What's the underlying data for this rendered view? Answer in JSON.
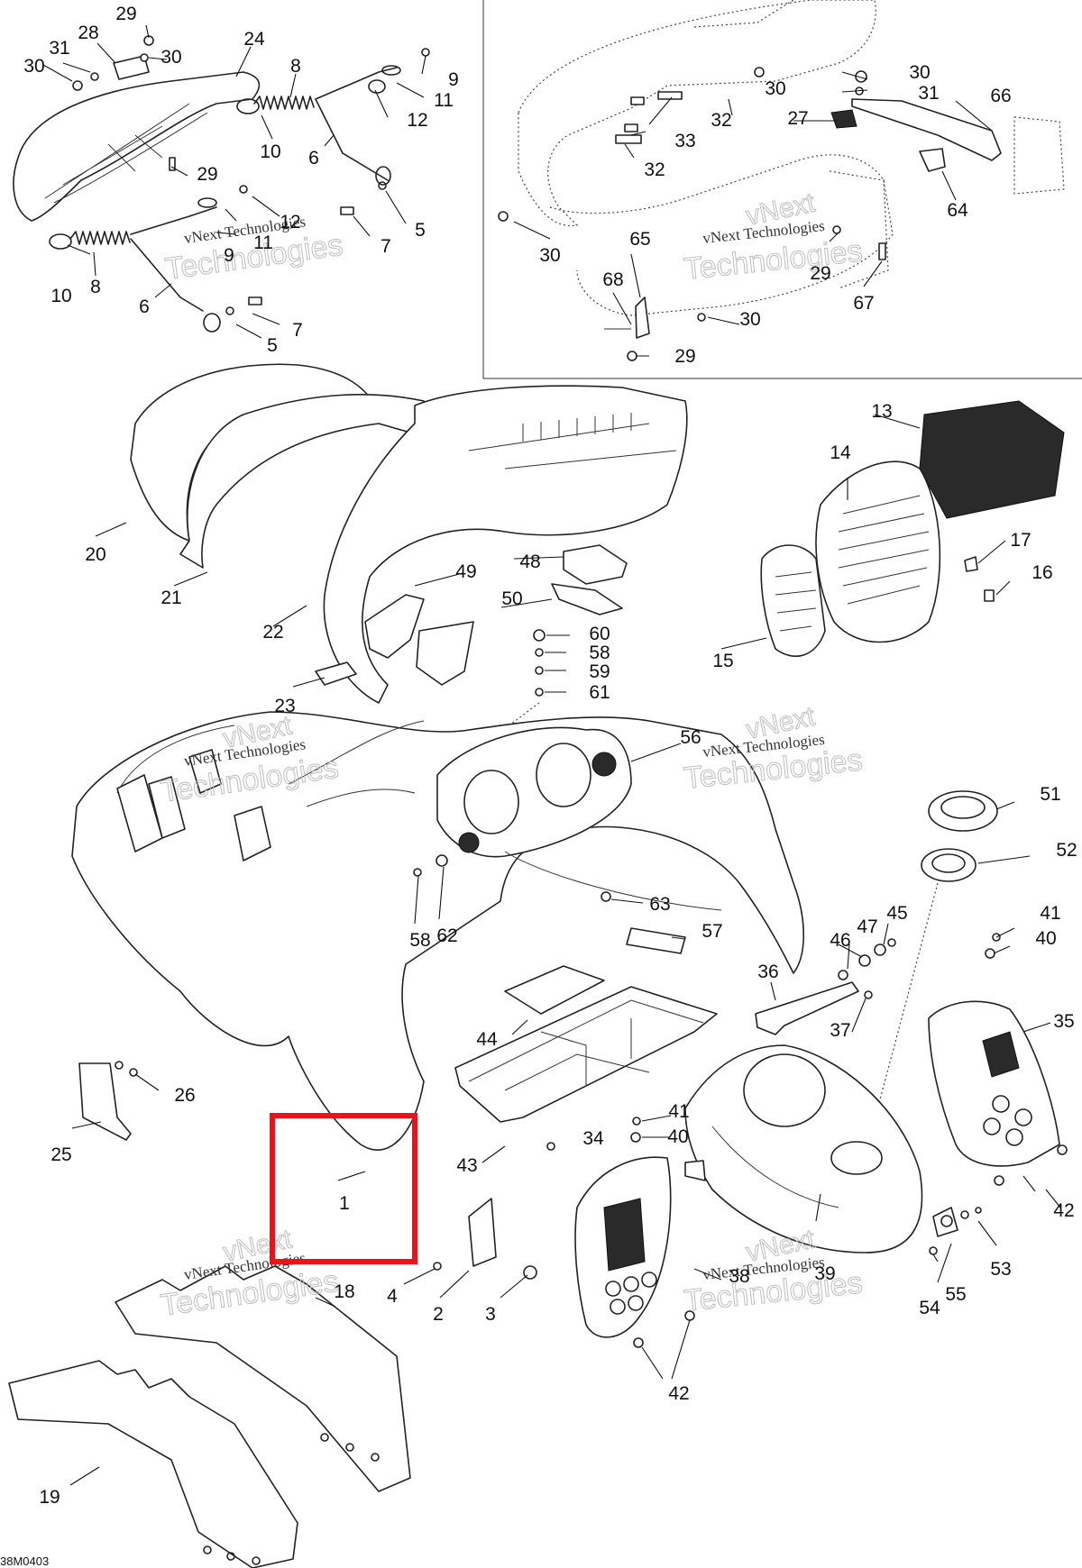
{
  "diagram": {
    "drawing_code": "38M0403",
    "watermark": [
      "vNext Technologies",
      "vNext",
      "Technologies"
    ],
    "highlight_color": "#e8141b",
    "highlighted_part": "1",
    "callouts": [
      {
        "id": "c29a",
        "label": "29"
      },
      {
        "id": "c28",
        "label": "28"
      },
      {
        "id": "c31a",
        "label": "31"
      },
      {
        "id": "c30a",
        "label": "30"
      },
      {
        "id": "c30b",
        "label": "30"
      },
      {
        "id": "c24",
        "label": "24"
      },
      {
        "id": "c8a",
        "label": "8"
      },
      {
        "id": "c9a",
        "label": "9"
      },
      {
        "id": "c11a",
        "label": "11"
      },
      {
        "id": "c12a",
        "label": "12"
      },
      {
        "id": "c10a",
        "label": "10"
      },
      {
        "id": "c6a",
        "label": "6"
      },
      {
        "id": "c29b",
        "label": "29"
      },
      {
        "id": "c12b",
        "label": "12"
      },
      {
        "id": "c11b",
        "label": "11"
      },
      {
        "id": "c9b",
        "label": "9"
      },
      {
        "id": "c5a",
        "label": "5"
      },
      {
        "id": "c7a",
        "label": "7"
      },
      {
        "id": "c10b",
        "label": "10"
      },
      {
        "id": "c8b",
        "label": "8"
      },
      {
        "id": "c6b",
        "label": "6"
      },
      {
        "id": "c7b",
        "label": "7"
      },
      {
        "id": "c5b",
        "label": "5"
      },
      {
        "id": "c30c",
        "label": "30"
      },
      {
        "id": "c30d",
        "label": "30"
      },
      {
        "id": "c31b",
        "label": "31"
      },
      {
        "id": "c66",
        "label": "66"
      },
      {
        "id": "c32a",
        "label": "32"
      },
      {
        "id": "c27",
        "label": "27"
      },
      {
        "id": "c33",
        "label": "33"
      },
      {
        "id": "c32b",
        "label": "32"
      },
      {
        "id": "c64",
        "label": "64"
      },
      {
        "id": "c30e",
        "label": "30"
      },
      {
        "id": "c65",
        "label": "65"
      },
      {
        "id": "c29c",
        "label": "29"
      },
      {
        "id": "c67",
        "label": "67"
      },
      {
        "id": "c68",
        "label": "68"
      },
      {
        "id": "c30f",
        "label": "30"
      },
      {
        "id": "c29d",
        "label": "29"
      },
      {
        "id": "c13",
        "label": "13"
      },
      {
        "id": "c14",
        "label": "14"
      },
      {
        "id": "c17",
        "label": "17"
      },
      {
        "id": "c16",
        "label": "16"
      },
      {
        "id": "c15",
        "label": "15"
      },
      {
        "id": "c20",
        "label": "20"
      },
      {
        "id": "c21",
        "label": "21"
      },
      {
        "id": "c22",
        "label": "22"
      },
      {
        "id": "c23",
        "label": "23"
      },
      {
        "id": "c49",
        "label": "49"
      },
      {
        "id": "c48",
        "label": "48"
      },
      {
        "id": "c50",
        "label": "50"
      },
      {
        "id": "c60",
        "label": "60"
      },
      {
        "id": "c58a",
        "label": "58"
      },
      {
        "id": "c59",
        "label": "59"
      },
      {
        "id": "c61",
        "label": "61"
      },
      {
        "id": "c56",
        "label": "56"
      },
      {
        "id": "c51",
        "label": "51"
      },
      {
        "id": "c52",
        "label": "52"
      },
      {
        "id": "c63",
        "label": "63"
      },
      {
        "id": "c58b",
        "label": "58"
      },
      {
        "id": "c62",
        "label": "62"
      },
      {
        "id": "c57",
        "label": "57"
      },
      {
        "id": "c47",
        "label": "47"
      },
      {
        "id": "c45",
        "label": "45"
      },
      {
        "id": "c46",
        "label": "46"
      },
      {
        "id": "c41a",
        "label": "41"
      },
      {
        "id": "c40a",
        "label": "40"
      },
      {
        "id": "c36",
        "label": "36"
      },
      {
        "id": "c37",
        "label": "37"
      },
      {
        "id": "c35",
        "label": "35"
      },
      {
        "id": "c44",
        "label": "44"
      },
      {
        "id": "c26",
        "label": "26"
      },
      {
        "id": "c25",
        "label": "25"
      },
      {
        "id": "c43",
        "label": "43"
      },
      {
        "id": "c34",
        "label": "34"
      },
      {
        "id": "c41b",
        "label": "41"
      },
      {
        "id": "c40b",
        "label": "40"
      },
      {
        "id": "c42a",
        "label": "42"
      },
      {
        "id": "c1",
        "label": "1"
      },
      {
        "id": "c4",
        "label": "4"
      },
      {
        "id": "c2",
        "label": "2"
      },
      {
        "id": "c3",
        "label": "3"
      },
      {
        "id": "c18",
        "label": "18"
      },
      {
        "id": "c38",
        "label": "38"
      },
      {
        "id": "c39",
        "label": "39"
      },
      {
        "id": "c53",
        "label": "53"
      },
      {
        "id": "c54",
        "label": "54"
      },
      {
        "id": "c55",
        "label": "55"
      },
      {
        "id": "c42b",
        "label": "42"
      },
      {
        "id": "c19",
        "label": "19"
      }
    ]
  }
}
